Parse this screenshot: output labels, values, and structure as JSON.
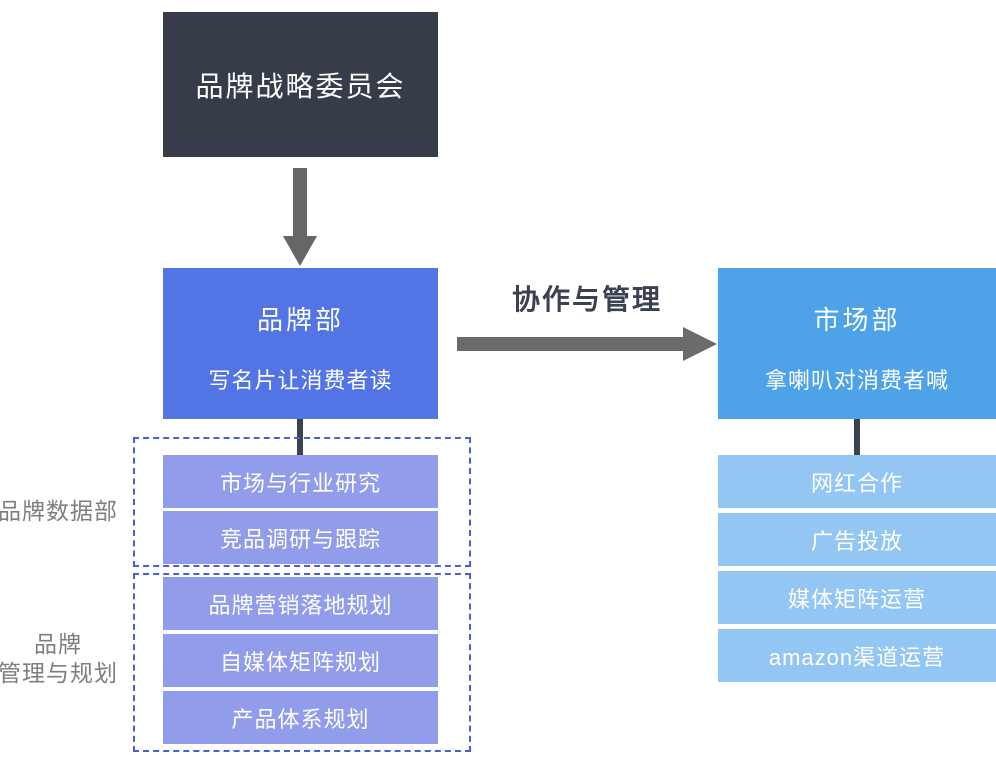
{
  "committee": {
    "title": "品牌战略委员会"
  },
  "brand_dept": {
    "title": "品牌部",
    "subtitle": "写名片让消费者读"
  },
  "market_dept": {
    "title": "市场部",
    "subtitle": "拿喇叭对消费者喊"
  },
  "collab_arrow": {
    "label": "协作与管理"
  },
  "brand_groups": [
    {
      "label": "品牌数据部",
      "items": [
        "市场与行业研究",
        "竞品调研与跟踪"
      ]
    },
    {
      "label_lines": [
        "品牌",
        "管理与规划"
      ],
      "items": [
        "品牌营销落地规划",
        "自媒体矩阵规划",
        "产品体系规划"
      ]
    }
  ],
  "market_items": [
    "网红合作",
    "广告投放",
    "媒体矩阵运营",
    "amazon渠道运营"
  ],
  "colors": {
    "committee_bg": "#363d49",
    "brand_bg": "#5274e4",
    "market_bg": "#4da2e8",
    "brand_item_bg": "#919dea",
    "market_item_bg": "#93c6f2",
    "group_dash": "#4a5edc",
    "arrow": "#666667",
    "connector": "#3a4150",
    "side_label_text": "#7e7e7e",
    "collab_label_text": "#3a4251"
  }
}
